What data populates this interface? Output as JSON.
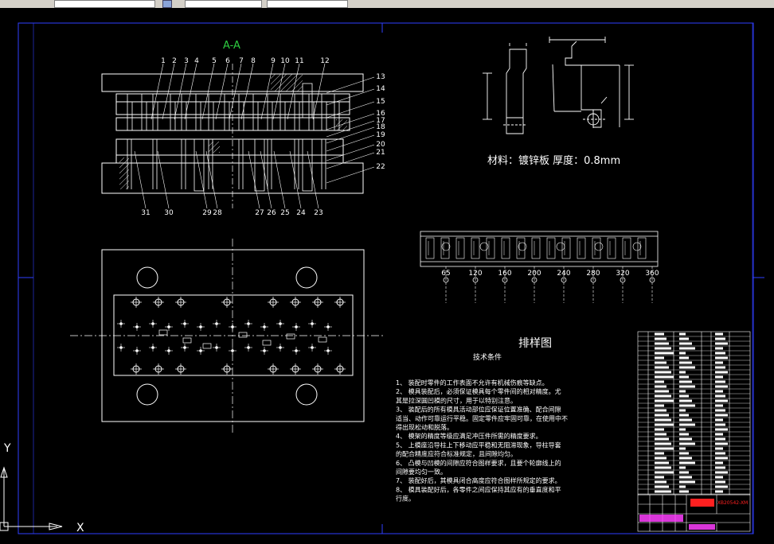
{
  "section_label": "A-A",
  "material_text": "材料：镀锌板 厚度：0.8mm",
  "strip_layout_title": "排样图",
  "tech_title": "技术条件",
  "tech_lines": [
    "1、   装配时零件的工作表面不允许有机械伤痕等缺点。",
    "2、   模具装配后，必须保证模具每个零件间的相对精度。尤",
    "其是拉深圆凹模的尺寸，用于以特别注意。",
    "3、   装配后的所有模具活动部位应保证位置准确、配合间隙",
    "适当、动作可靠运行平稳。固定零件应牢固可靠，在使用中不",
    "得出现松动和脱落。",
    "4、   模架的精度等级应满足冲压件所需的精度要求。",
    "5、   上模座沿导柱上下移动应平稳和无阻滞现象，导柱导套",
    "的配合精度应符合标准规定，且间隙均匀。",
    "6、   凸模与凹模的间隙应符合图样要求，且要个轮廓线上的",
    "间隙要均匀一致。",
    "7、   装配好后，其模具闭合高度应符合图样所规定的要求。",
    "8、   模具装配好后，各零件之间应保持其应有的垂直度和平",
    "行度。"
  ],
  "part_numbers_top": [
    "1",
    "2",
    "3",
    "4",
    "5",
    "6",
    "7",
    "8",
    "9",
    "10",
    "11",
    "12"
  ],
  "part_numbers_right": [
    "13",
    "14",
    "15",
    "16",
    "17",
    "18",
    "19",
    "20",
    "21",
    "22"
  ],
  "part_numbers_bottom": [
    "31",
    "30",
    "29",
    "28",
    "27",
    "26",
    "25",
    "24",
    "23"
  ],
  "strip_dims": [
    "65",
    "120",
    "160",
    "200",
    "240",
    "280",
    "320",
    "360"
  ],
  "title_block_code": "XB20542-XM",
  "axis_y": "Y",
  "axis_x": "X",
  "colors": {
    "background": "#000000",
    "line": "#ffffff",
    "frame": "#2f3fff",
    "section_label": "#2ecc40",
    "accent": "#ff2020",
    "highlight": "#ff40ff"
  }
}
